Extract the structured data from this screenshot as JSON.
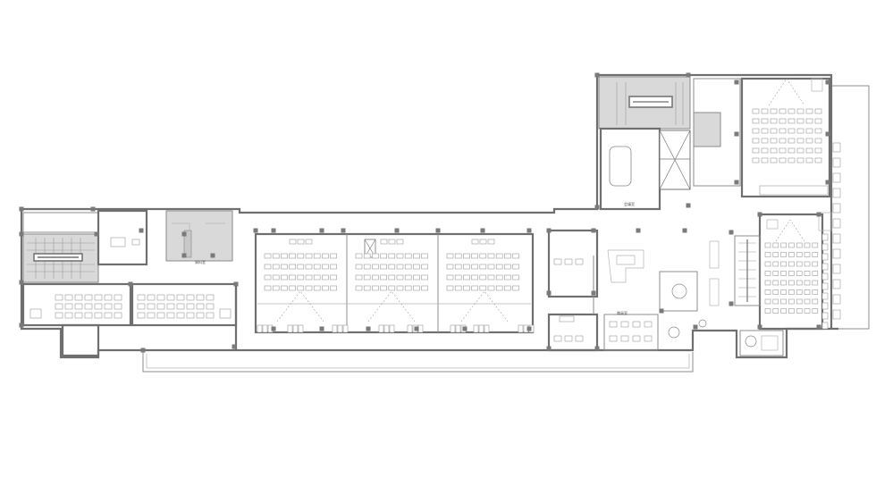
{
  "labels": {
    "room_a": "職員室",
    "room_b": "資料室",
    "room_c": "会議室"
  }
}
